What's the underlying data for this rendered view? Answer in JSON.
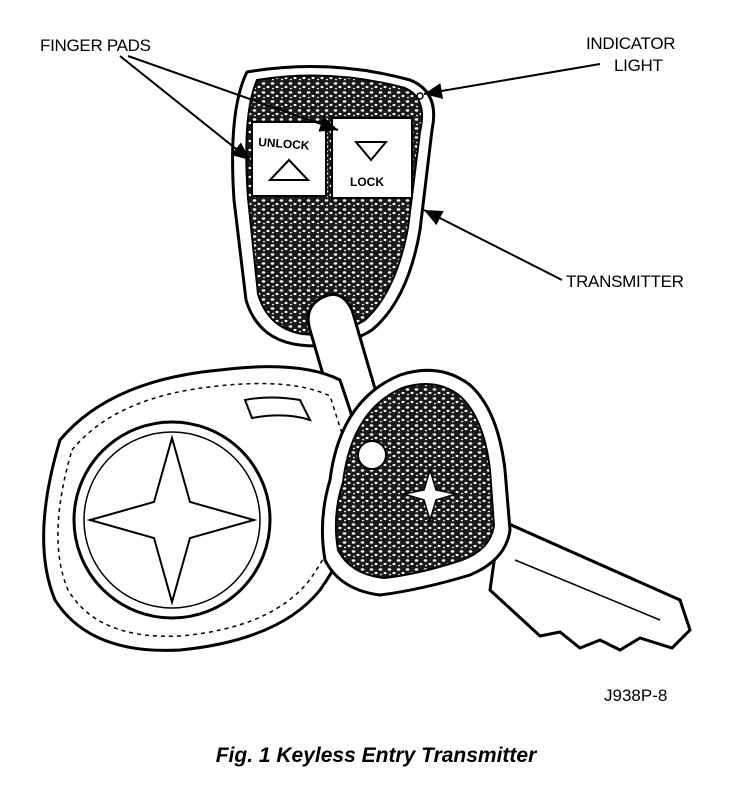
{
  "labels": {
    "finger_pads": "FINGER PADS",
    "indicator_line1": "INDICATOR",
    "indicator_line2": "LIGHT",
    "transmitter": "TRANSMITTER",
    "unlock": "UNLOCK",
    "lock": "LOCK"
  },
  "figure_code": "J938P-8",
  "caption": "Fig. 1 Keyless Entry Transmitter"
}
